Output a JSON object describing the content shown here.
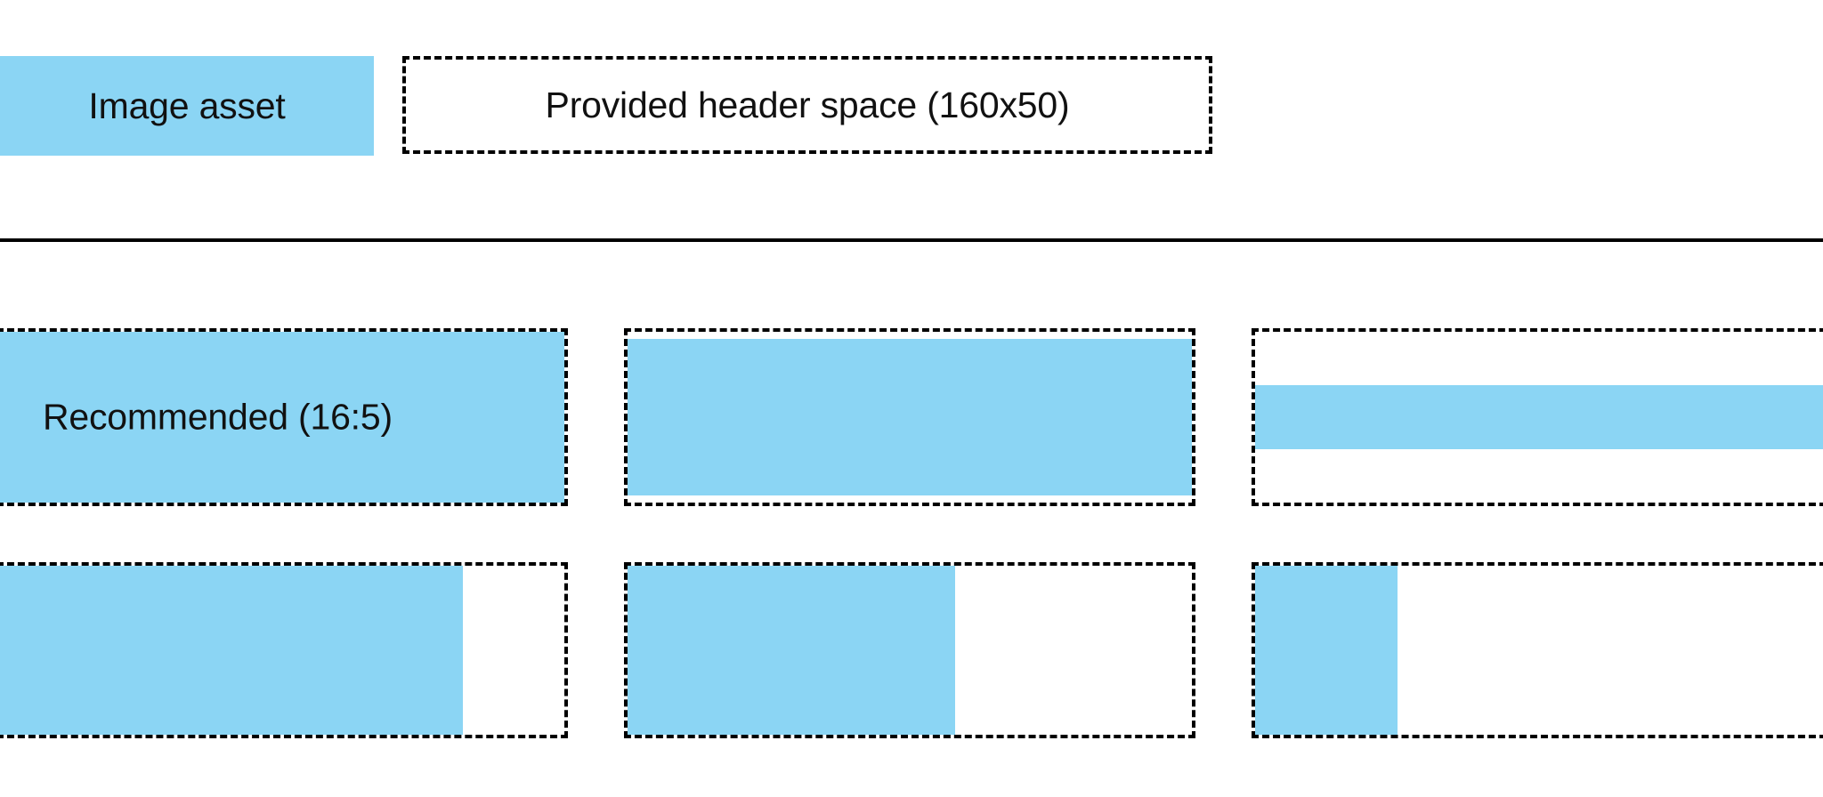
{
  "header": {
    "swatch_label": "Image asset",
    "provided_space_label": "Provided header space (160x50)",
    "swatch_color": "#8BD5F4",
    "outline_color": "#000000"
  },
  "divider": {
    "color": "#000000"
  },
  "samples": {
    "recommended_label": "Recommended (16:5)",
    "fill_color": "#8BD5F4",
    "outline_color": "#000000",
    "rows": [
      {
        "name": "row-full-height",
        "cells": [
          {
            "name": "recommended-16-5",
            "label": "Recommended (16:5)",
            "fill_width_pct": 100,
            "fill_height_pct": 100,
            "fill_align_x": "left",
            "fill_align_y": "middle"
          },
          {
            "name": "wide-inset",
            "label": "",
            "fill_width_pct": 100,
            "fill_height_pct": 92,
            "fill_align_x": "left",
            "fill_align_y": "middle"
          },
          {
            "name": "short-band",
            "label": "",
            "fill_width_pct": 100,
            "fill_height_pct": 38,
            "fill_align_x": "left",
            "fill_align_y": "middle"
          }
        ]
      },
      {
        "name": "row-partial-width",
        "cells": [
          {
            "name": "fill-82",
            "label": "",
            "fill_width_pct": 82,
            "fill_height_pct": 100,
            "fill_align_x": "left",
            "fill_align_y": "middle"
          },
          {
            "name": "fill-58",
            "label": "",
            "fill_width_pct": 58,
            "fill_height_pct": 100,
            "fill_align_x": "left",
            "fill_align_y": "middle"
          },
          {
            "name": "fill-25",
            "label": "",
            "fill_width_pct": 25,
            "fill_height_pct": 100,
            "fill_align_x": "left",
            "fill_align_y": "middle"
          }
        ]
      }
    ]
  }
}
